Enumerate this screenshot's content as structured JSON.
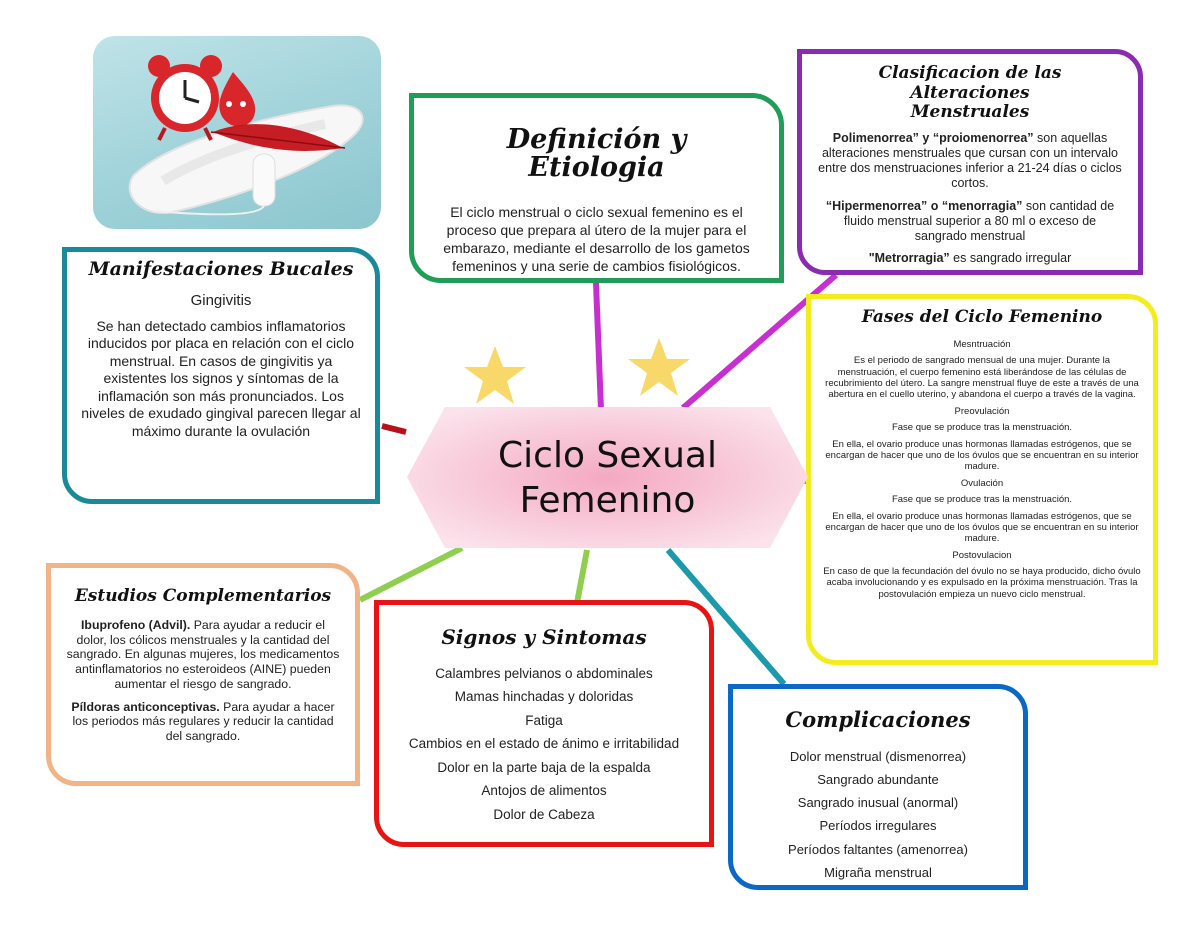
{
  "center": {
    "title_line1": "Ciclo Sexual",
    "title_line2": "Femenino"
  },
  "definicion": {
    "title": "Definición y Etiologia",
    "text": "El ciclo menstrual o ciclo sexual femenino es el proceso que prepara al útero de la mujer para el embarazo, mediante el desarrollo de los gametos femeninos y una serie de cambios fisiológicos."
  },
  "clasificacion": {
    "title_line1": "Clasificacion de las Alteraciones",
    "title_line2": "Menstruales",
    "items": [
      {
        "bold": "Polimenorrea” y “proiomenorrea”",
        "text": " son aquellas alteraciones menstruales que cursan con un intervalo entre dos menstruaciones inferior a 21-24 días o ciclos cortos."
      },
      {
        "bold": "“Hipermenorrea” o “menorragia”",
        "text": " son cantidad de fluido menstrual superior a 80 ml o exceso de sangrado menstrual"
      },
      {
        "bold": "\"Metrorragia”",
        "text": " es sangrado irregular"
      }
    ]
  },
  "manifestaciones": {
    "title": "Manifestaciones Bucales",
    "subtitle": "Gingivitis",
    "text": "Se han detectado cambios inflamatorios inducidos por placa en relación con el ciclo menstrual. En casos de gingivitis ya existentes los signos y síntomas de la inflamación son más pronunciados. Los niveles de exudado gingival parecen llegar al máximo durante la ovulación"
  },
  "fases": {
    "title": "Fases del Ciclo Femenino",
    "menstruacion": {
      "heading": "Mesntruación",
      "text": "Es el periodo de sangrado mensual de una mujer. Durante la menstruación, el cuerpo femenino está liberándose de las células de recubrimiento del útero. La sangre menstrual fluye de este a través de una abertura en el cuello uterino, y abandona el cuerpo a través de la vagina."
    },
    "preovulacion": {
      "heading": "Preovulación",
      "text1": "Fase que se produce tras la menstruación.",
      "text2": "En ella, el ovario produce unas hormonas llamadas estrógenos, que se encargan de hacer que uno de los óvulos que se encuentran en su interior madure."
    },
    "ovulacion": {
      "heading": "Ovulación",
      "text1": "Fase que se produce tras la menstruación.",
      "text2": "En ella, el ovario produce unas hormonas llamadas estrógenos, que se encargan de hacer que uno de los óvulos que se encuentran en su interior madure."
    },
    "postovulacion": {
      "heading": "Postovulacion",
      "text": "En caso de que la fecundación del óvulo no se haya producido, dicho óvulo acaba involucionando y es expulsado en la próxima menstruación. Tras la postovulación empieza un nuevo ciclo menstrual."
    }
  },
  "estudios": {
    "title": "Estudios Complementarios",
    "items": [
      {
        "bold": "Ibuprofeno (Advil).",
        "text": " Para ayudar a reducir el dolor, los cólicos menstruales y la cantidad del sangrado. En algunas mujeres, los medicamentos antinflamatorios no esteroideos (AINE) pueden aumentar el riesgo de sangrado."
      },
      {
        "bold": "Píldoras anticonceptivas.",
        "text": " Para ayudar a hacer los periodos más regulares y reducir la cantidad del sangrado."
      }
    ]
  },
  "signos": {
    "title": "Signos y Sintomas",
    "items": [
      "Calambres pelvianos o abdominales",
      "Mamas hinchadas y doloridas",
      "Fatiga",
      "Cambios en el estado de ánimo e irritabilidad",
      "Dolor en la parte baja de la espalda",
      "Antojos de alimentos",
      "Dolor de Cabeza"
    ]
  },
  "complicaciones": {
    "title": "Complicaciones",
    "items": [
      "Dolor menstrual (dismenorrea)",
      "Sangrado abundante",
      "Sangrado inusual (anormal)",
      "Períodos irregulares",
      "Períodos faltantes (amenorrea)",
      "Migraña menstrual"
    ]
  },
  "colors": {
    "definicion": "#1e9e57",
    "clasificacion": "#8a2bb0",
    "manifestaciones": "#1a8a9a",
    "fases": "#f5ec1f",
    "estudios": "#f2b487",
    "signos": "#e81313",
    "complicaciones": "#0a69c4",
    "center_fill": "#f7c4d4",
    "star": "#f9d86a"
  }
}
